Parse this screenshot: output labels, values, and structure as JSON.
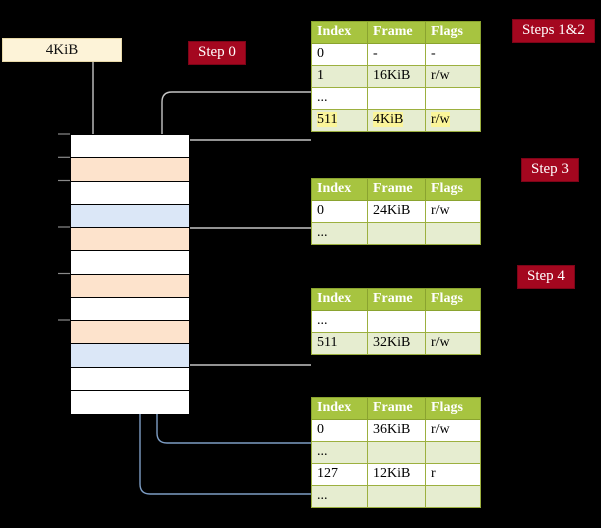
{
  "diagram": {
    "title": "page-table-walk",
    "page_box": {
      "label": "4KiB"
    },
    "colors": {
      "table_header": "#a7c440",
      "table_alt_row": "#e6edd0",
      "badge": "#a4071f",
      "page_box": "#fdf3d8",
      "mem_orange": "#fde3cc",
      "mem_blue": "#dbe7f7",
      "highlight": "#fbf59a",
      "wire_gray": "#b9b9b9",
      "wire_blue": "#7d9dc4"
    },
    "badges": [
      {
        "name": "step-0",
        "label": "Step 0"
      },
      {
        "name": "steps-1-2",
        "label": "Steps 1&2"
      },
      {
        "name": "step-3",
        "label": "Step 3"
      },
      {
        "name": "step-4",
        "label": "Step 4"
      }
    ],
    "memory": {
      "name": "physical-memory-column",
      "rows": [
        {
          "fill": "white"
        },
        {
          "fill": "orange"
        },
        {
          "fill": "white"
        },
        {
          "fill": "blue"
        },
        {
          "fill": "orange"
        },
        {
          "fill": "white"
        },
        {
          "fill": "orange"
        },
        {
          "fill": "white"
        },
        {
          "fill": "orange"
        },
        {
          "fill": "blue"
        },
        {
          "fill": "white"
        },
        {
          "fill": "white"
        }
      ]
    },
    "tables": [
      {
        "name": "page-table-1",
        "columns": [
          "Index",
          "Frame",
          "Flags"
        ],
        "rows": [
          {
            "index": "0",
            "frame": "-",
            "flags": "-",
            "alt": false,
            "highlight": false
          },
          {
            "index": "1",
            "frame": "16KiB",
            "flags": "r/w",
            "alt": true,
            "highlight": false
          },
          {
            "index": "...",
            "frame": "",
            "flags": "",
            "alt": false,
            "highlight": false
          },
          {
            "index": "511",
            "frame": "4KiB",
            "flags": "r/w",
            "alt": true,
            "highlight": true
          }
        ]
      },
      {
        "name": "page-table-2",
        "columns": [
          "Index",
          "Frame",
          "Flags"
        ],
        "rows": [
          {
            "index": "0",
            "frame": "24KiB",
            "flags": "r/w",
            "alt": false,
            "highlight": false
          },
          {
            "index": "...",
            "frame": "",
            "flags": "",
            "alt": true,
            "highlight": false
          }
        ]
      },
      {
        "name": "page-table-3",
        "columns": [
          "Index",
          "Frame",
          "Flags"
        ],
        "rows": [
          {
            "index": "...",
            "frame": "",
            "flags": "",
            "alt": false,
            "highlight": false
          },
          {
            "index": "511",
            "frame": "32KiB",
            "flags": "r/w",
            "alt": true,
            "highlight": false
          }
        ]
      },
      {
        "name": "page-table-4",
        "columns": [
          "Index",
          "Frame",
          "Flags"
        ],
        "rows": [
          {
            "index": "0",
            "frame": "36KiB",
            "flags": "r/w",
            "alt": false,
            "highlight": false
          },
          {
            "index": "...",
            "frame": "",
            "flags": "",
            "alt": true,
            "highlight": false
          },
          {
            "index": "127",
            "frame": "12KiB",
            "flags": "r",
            "alt": false,
            "highlight": false
          },
          {
            "index": "...",
            "frame": "",
            "flags": "",
            "alt": true,
            "highlight": false
          }
        ]
      }
    ]
  }
}
